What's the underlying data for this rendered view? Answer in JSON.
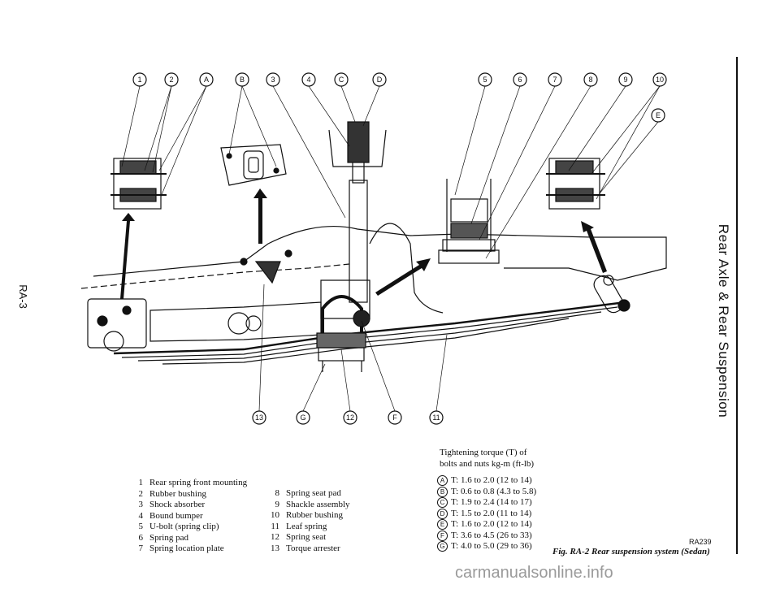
{
  "side_title": "Rear Axle & Rear Suspension",
  "page_number": "RA-3",
  "callouts": {
    "top": [
      "1",
      "2",
      "A",
      "B",
      "3",
      "4",
      "C",
      "D",
      "5",
      "6",
      "7",
      "8",
      "9",
      "10",
      "E"
    ],
    "bottom": [
      "13",
      "G",
      "12",
      "F",
      "11"
    ]
  },
  "parts_list": {
    "col1": [
      {
        "num": "1",
        "label": "Rear spring front mounting"
      },
      {
        "num": "2",
        "label": "Rubber bushing"
      },
      {
        "num": "3",
        "label": "Shock absorber"
      },
      {
        "num": "4",
        "label": "Bound bumper"
      },
      {
        "num": "5",
        "label": "U-bolt (spring clip)"
      },
      {
        "num": "6",
        "label": "Spring pad"
      },
      {
        "num": "7",
        "label": "Spring location plate"
      }
    ],
    "col2": [
      {
        "num": "8",
        "label": "Spring seat pad"
      },
      {
        "num": "9",
        "label": "Shackle assembly"
      },
      {
        "num": "10",
        "label": "Rubber bushing"
      },
      {
        "num": "11",
        "label": "Leaf spring"
      },
      {
        "num": "12",
        "label": "Spring seat"
      },
      {
        "num": "13",
        "label": "Torque arrester"
      }
    ]
  },
  "torque": {
    "title_line1": "Tightening torque (T) of",
    "title_line2": "bolts and nuts    kg-m (ft-lb)",
    "items": [
      {
        "letter": "A",
        "text": "T:  1.6 to 2.0 (12 to 14)"
      },
      {
        "letter": "B",
        "text": "T:  0.6 to 0.8 (4.3 to 5.8)"
      },
      {
        "letter": "C",
        "text": "T:  1.9 to 2.4 (14 to 17)"
      },
      {
        "letter": "D",
        "text": "T:  1.5 to 2.0 (11 to 14)"
      },
      {
        "letter": "E",
        "text": "T:  1.6 to 2.0 (12 to 14)"
      },
      {
        "letter": "F",
        "text": "T:  3.6 to 4.5 (26 to 33)"
      },
      {
        "letter": "G",
        "text": "T:  4.0 to 5.0 (29 to 36)"
      }
    ]
  },
  "figure_code": "RA239",
  "caption": "Fig. RA-2  Rear suspension system (Sedan)",
  "watermark": "carmanualsonline.info"
}
